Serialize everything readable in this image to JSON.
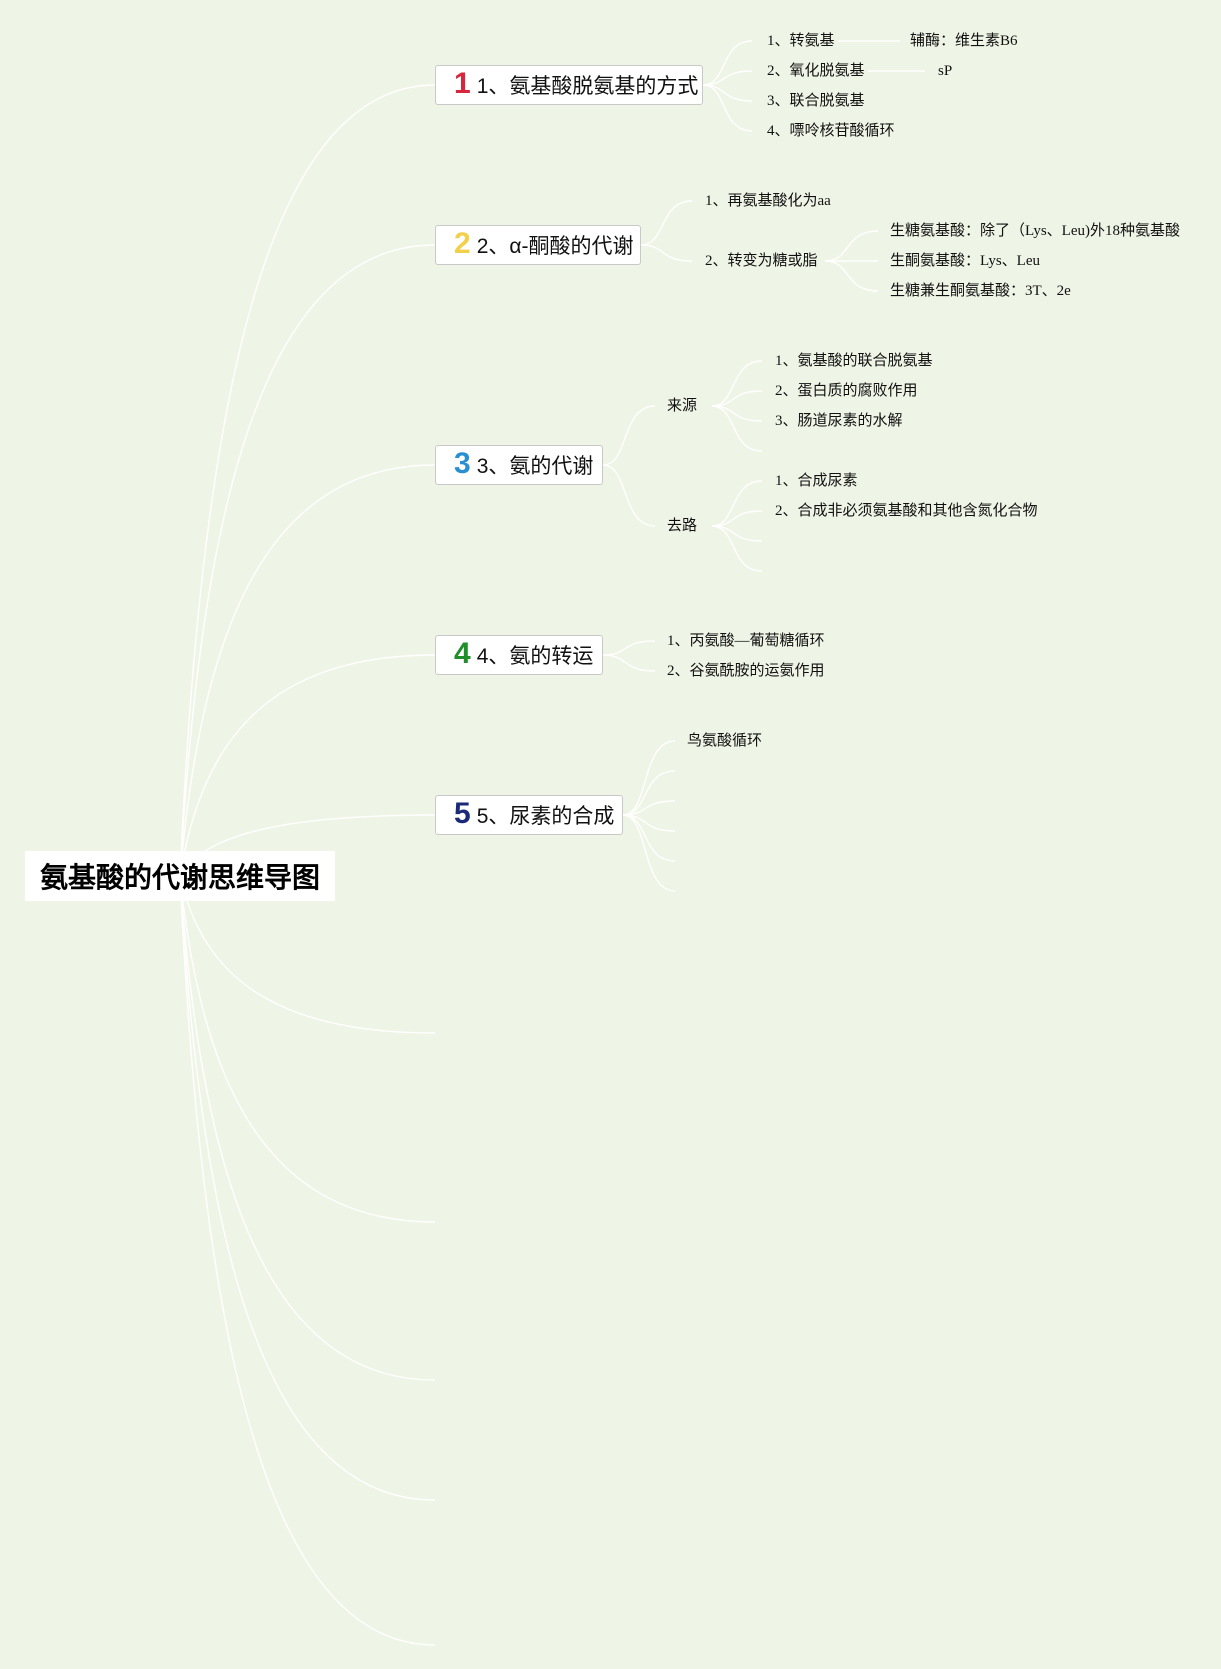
{
  "title": "氨基酸的代谢思维导图",
  "colors": {
    "background": "#eef5e6",
    "link": "#ffffff",
    "num1": "#d7263d",
    "num2": "#f2d04b",
    "num3": "#2a8fd0",
    "num4": "#1f8f2a",
    "num5": "#1b2a78"
  },
  "branches": [
    {
      "num": "1",
      "label": "1、氨基酸脱氨基的方式",
      "children": [
        {
          "label": "1、转氨基",
          "note": "辅酶：维生素B6"
        },
        {
          "label": "2、氧化脱氨基",
          "note": "sP"
        },
        {
          "label": "3、联合脱氨基"
        },
        {
          "label": "4、嘌呤核苷酸循环"
        }
      ]
    },
    {
      "num": "2",
      "label": "2、α-酮酸的代谢",
      "children": [
        {
          "label": "1、再氨基酸化为aa"
        },
        {
          "label": "2、转变为糖或脂",
          "children": [
            "生糖氨基酸：除了（Lys、Leu)外18种氨基酸",
            "生酮氨基酸：Lys、Leu",
            "生糖兼生酮氨基酸：3T、2e"
          ]
        }
      ]
    },
    {
      "num": "3",
      "label": "3、氨的代谢",
      "children": [
        {
          "label": "来源",
          "children": [
            "1、氨基酸的联合脱氨基",
            "2、蛋白质的腐败作用",
            "3、肠道尿素的水解"
          ]
        },
        {
          "label": "去路",
          "children": [
            "1、合成尿素",
            "2、合成非必须氨基酸和其他含氮化合物"
          ]
        }
      ]
    },
    {
      "num": "4",
      "label": "4、氨的转运",
      "children": [
        {
          "label": "1、丙氨酸—葡萄糖循环"
        },
        {
          "label": "2、谷氨酰胺的运氨作用"
        }
      ]
    },
    {
      "num": "5",
      "label": "5、尿素的合成",
      "children": [
        {
          "label": "鸟氨酸循环"
        }
      ]
    }
  ]
}
